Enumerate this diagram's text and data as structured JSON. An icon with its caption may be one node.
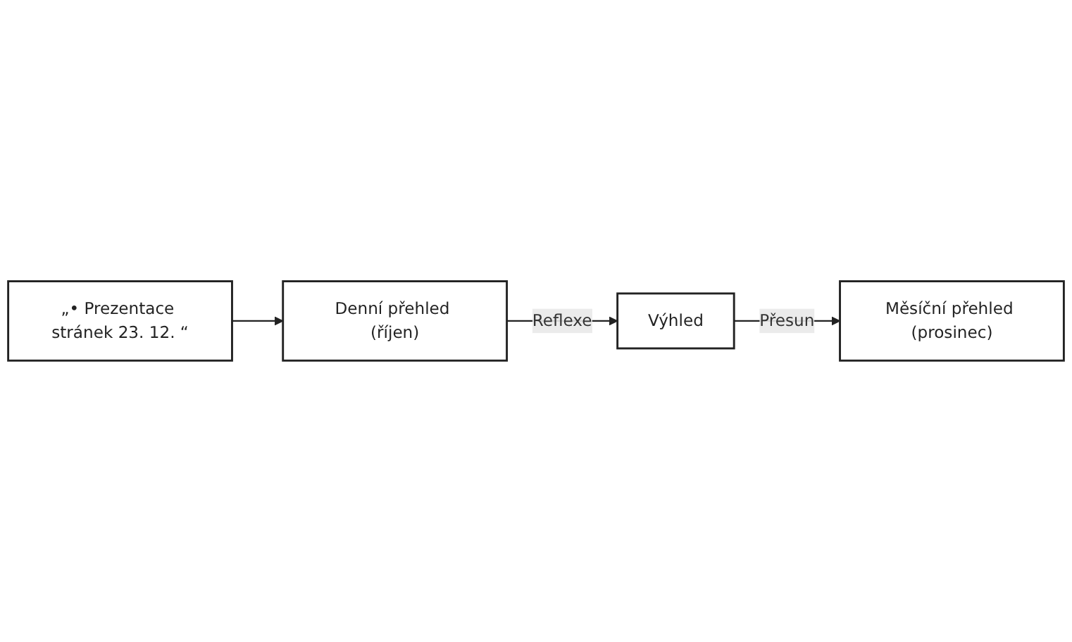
{
  "diagram": {
    "nodes": [
      {
        "text": [
          "„• Prezentace stránek 23. 12. “"
        ]
      },
      {
        "text": [
          "Denní přehled (říjen)"
        ]
      },
      {
        "text": [
          "Výhled"
        ]
      },
      {
        "text": [
          "Měsíční přehled (prosinec)"
        ]
      }
    ],
    "edges": [
      {
        "from": 0,
        "to": 1,
        "arrow": "to"
      },
      {
        "from": 1,
        "to": 2,
        "arrow": "to",
        "label": "Reflexe"
      },
      {
        "from": 2,
        "to": 3,
        "arrow": "to",
        "label": "Přesun"
      }
    ]
  }
}
